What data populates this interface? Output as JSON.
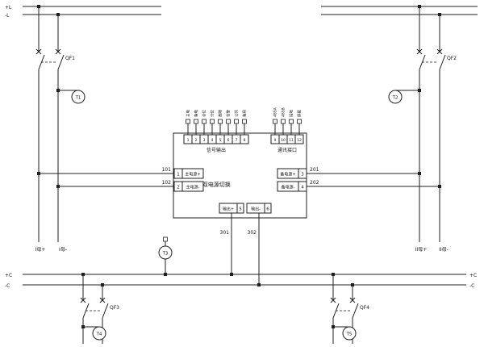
{
  "diagram": {
    "top_bus": {
      "pos": "+L",
      "neg": "-L"
    },
    "bottom_bus": {
      "left_pos": "+C",
      "left_neg": "-C",
      "right_pos": "+C",
      "right_neg": "-C"
    },
    "breakers": {
      "qf1": "QF1",
      "qf2": "QF2",
      "qf3": "QF3",
      "qf4": "QF4"
    },
    "meters": {
      "t1": "T1",
      "t2": "T2",
      "t3": "T3",
      "t4": "T4",
      "t5": "T5"
    },
    "wires": {
      "w101": "101",
      "w102": "102",
      "w201": "201",
      "w202": "202",
      "w301": "301",
      "w302": "302"
    },
    "bus_i": {
      "pos": "I母+",
      "neg": "I母-"
    },
    "bus_ii": {
      "pos": "II母+",
      "neg": "II母-"
    },
    "device": {
      "title": "DPAS直流双电源切换",
      "signal_label": "信号输出",
      "comm_label": "通讯接口",
      "in_main": [
        {
          "no": "1",
          "label": "主电源+"
        },
        {
          "no": "2",
          "label": "主电源-"
        }
      ],
      "in_backup": [
        {
          "no": "3",
          "label": "备电源+"
        },
        {
          "no": "4",
          "label": "备电源-"
        }
      ],
      "out": [
        {
          "no": "5",
          "label": "输出+"
        },
        {
          "no": "6",
          "label": "输出-"
        }
      ],
      "strip_left": [
        "1",
        "2",
        "3",
        "4",
        "5",
        "6",
        "7",
        "8"
      ],
      "strip_right": [
        "9",
        "10",
        "11",
        "12"
      ],
      "signal_pins": [
        "主电",
        "备电",
        "合位",
        "分位",
        "故障",
        "告警",
        "公共",
        "备用"
      ],
      "comm_pins": [
        "485A",
        "485B",
        "接地",
        "屏蔽"
      ]
    }
  }
}
